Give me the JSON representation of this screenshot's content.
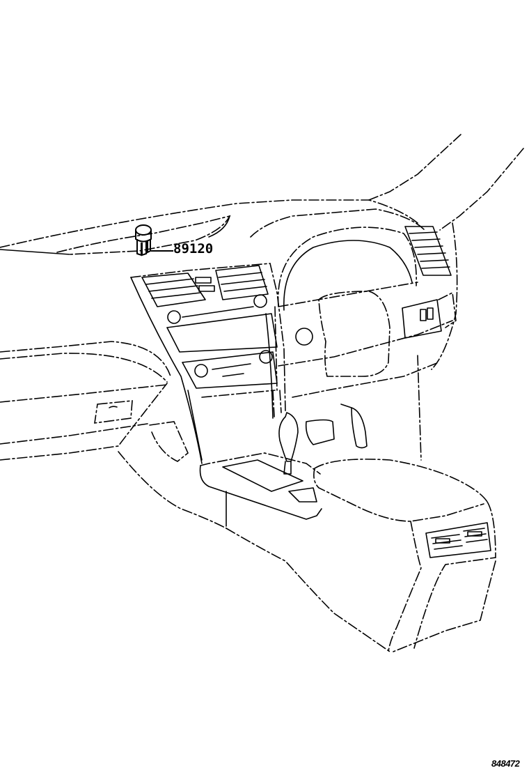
{
  "diagram": {
    "type": "exploded-parts-illustration",
    "subject": "vehicle interior dashboard, center console and shift lever (right-hand drive)",
    "line_color": "#000000",
    "background": "#ffffff"
  },
  "callouts": [
    {
      "part_number": "89120",
      "component": "sensor (dashboard top, near windshield)"
    }
  ],
  "figure_id": "848472"
}
